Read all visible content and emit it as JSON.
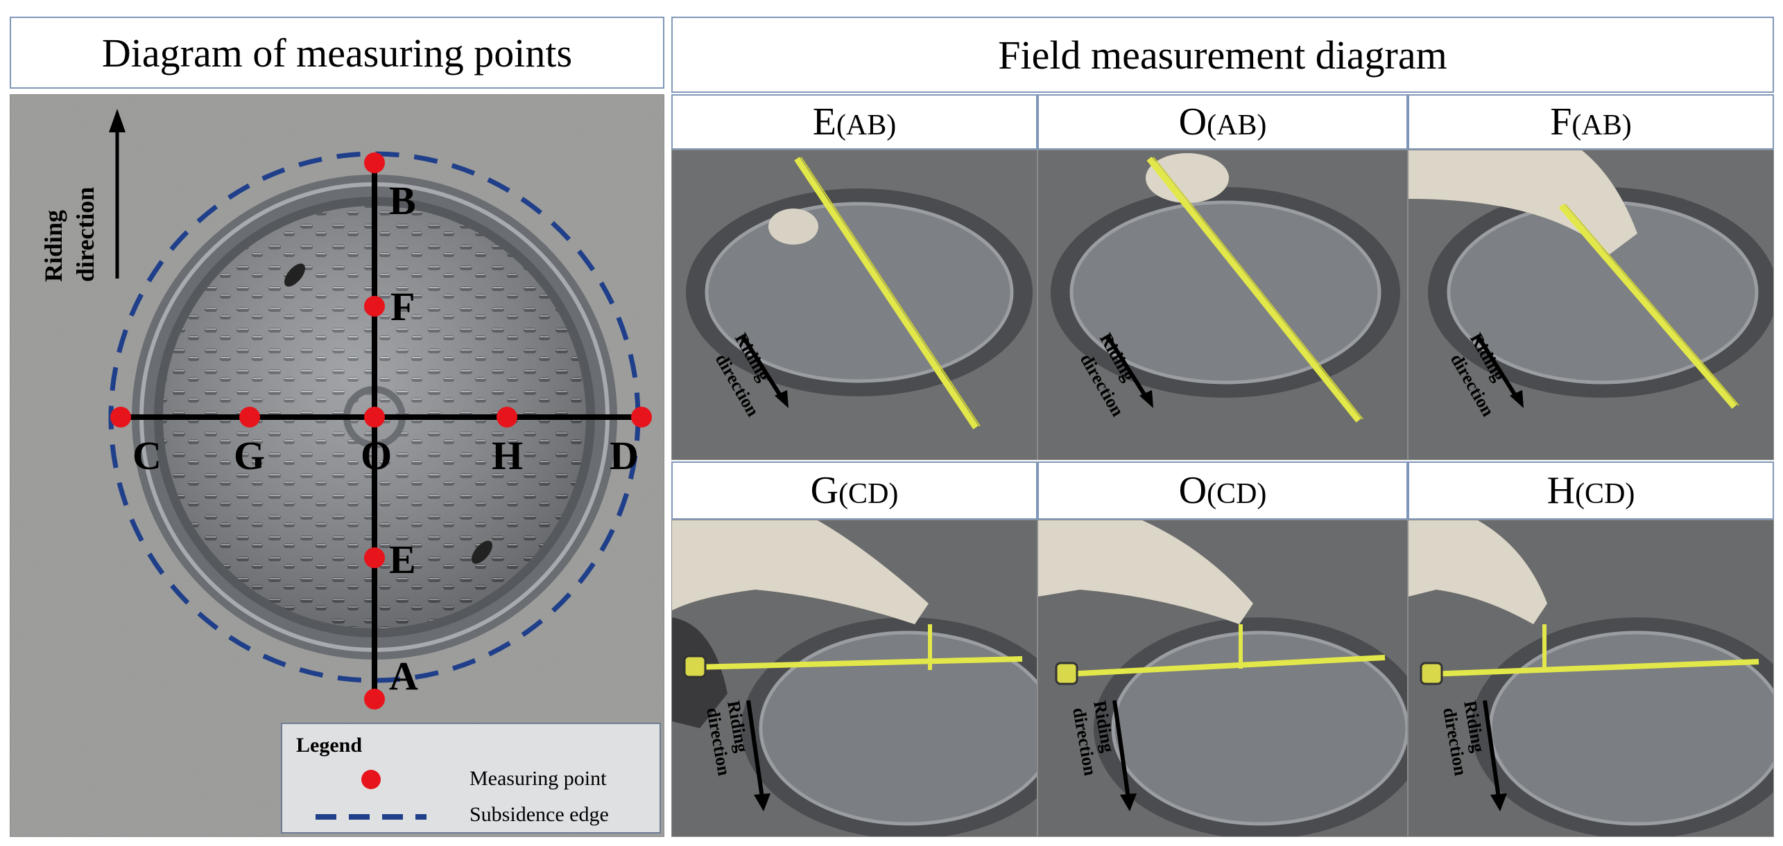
{
  "left_panel": {
    "title": "Diagram of measuring points",
    "riding_label_1": "Riding",
    "riding_label_2": "direction",
    "points": {
      "A": "A",
      "B": "B",
      "C": "C",
      "D": "D",
      "E": "E",
      "F": "F",
      "G": "G",
      "H": "H",
      "O": "O"
    },
    "legend": {
      "title": "Legend",
      "measuring_point": "Measuring point",
      "subsidence_edge": "Subsidence edge"
    }
  },
  "right_panel": {
    "title": "Field measurement diagram",
    "photos": [
      {
        "point": "E",
        "line": "(AB)"
      },
      {
        "point": "O",
        "line": "(AB)"
      },
      {
        "point": "F",
        "line": "(AB)"
      },
      {
        "point": "G",
        "line": "(CD)"
      },
      {
        "point": "O",
        "line": "(CD)"
      },
      {
        "point": "H",
        "line": "(CD)"
      }
    ],
    "riding_label_1": "Riding",
    "riding_label_2": "direction"
  },
  "colors": {
    "measuring_point": "#e8141c",
    "subsidence_edge": "#1f3f8a",
    "tape": "#e3e84a",
    "frame_border": "#7f96b8"
  }
}
